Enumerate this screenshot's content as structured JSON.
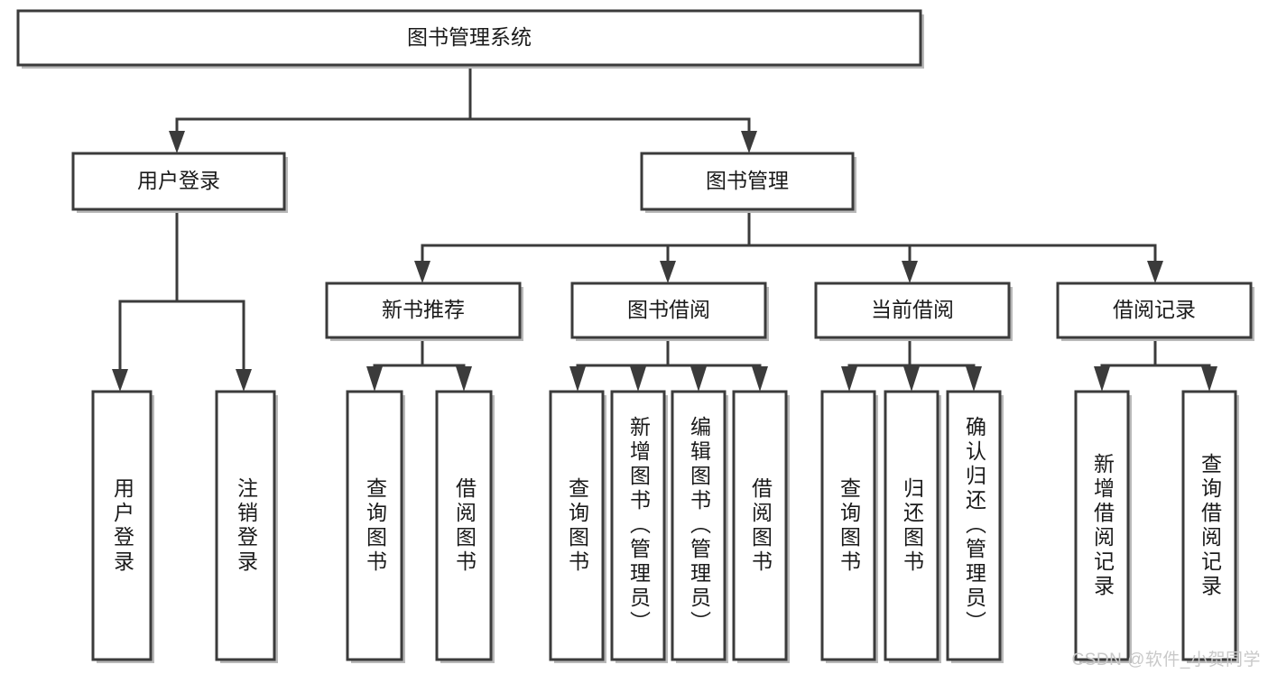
{
  "diagram": {
    "title": "图书管理系统",
    "type": "tree-hierarchy-diagram",
    "colors": {
      "box_stroke": "#3b3b3b",
      "box_fill": "#ffffff",
      "connector": "#3b3b3b",
      "text": "#1a1a1a",
      "watermark": "#c9c9c9",
      "background": "#ffffff"
    },
    "root": {
      "label": "图书管理系统"
    },
    "level2": [
      {
        "label": "用户登录"
      },
      {
        "label": "图书管理"
      }
    ],
    "level3": [
      {
        "label": "新书推荐"
      },
      {
        "label": "图书借阅"
      },
      {
        "label": "当前借阅"
      },
      {
        "label": "借阅记录"
      }
    ],
    "leaves": {
      "user_login": [
        {
          "label": "用户登录"
        },
        {
          "label": "注销登录"
        }
      ],
      "new_book_recommend": [
        {
          "label": "查询图书"
        },
        {
          "label": "借阅图书"
        }
      ],
      "book_borrow": [
        {
          "label": "查询图书"
        },
        {
          "label": "新增图书（管理员）"
        },
        {
          "label": "编辑图书（管理员）"
        },
        {
          "label": "借阅图书"
        }
      ],
      "current_borrow": [
        {
          "label": "查询图书"
        },
        {
          "label": "归还图书"
        },
        {
          "label": "确认归还（管理员）"
        }
      ],
      "borrow_record": [
        {
          "label": "新增借阅记录"
        },
        {
          "label": "查询借阅记录"
        }
      ]
    }
  },
  "watermark": {
    "text": "CSDN @软件_小贺同学"
  }
}
